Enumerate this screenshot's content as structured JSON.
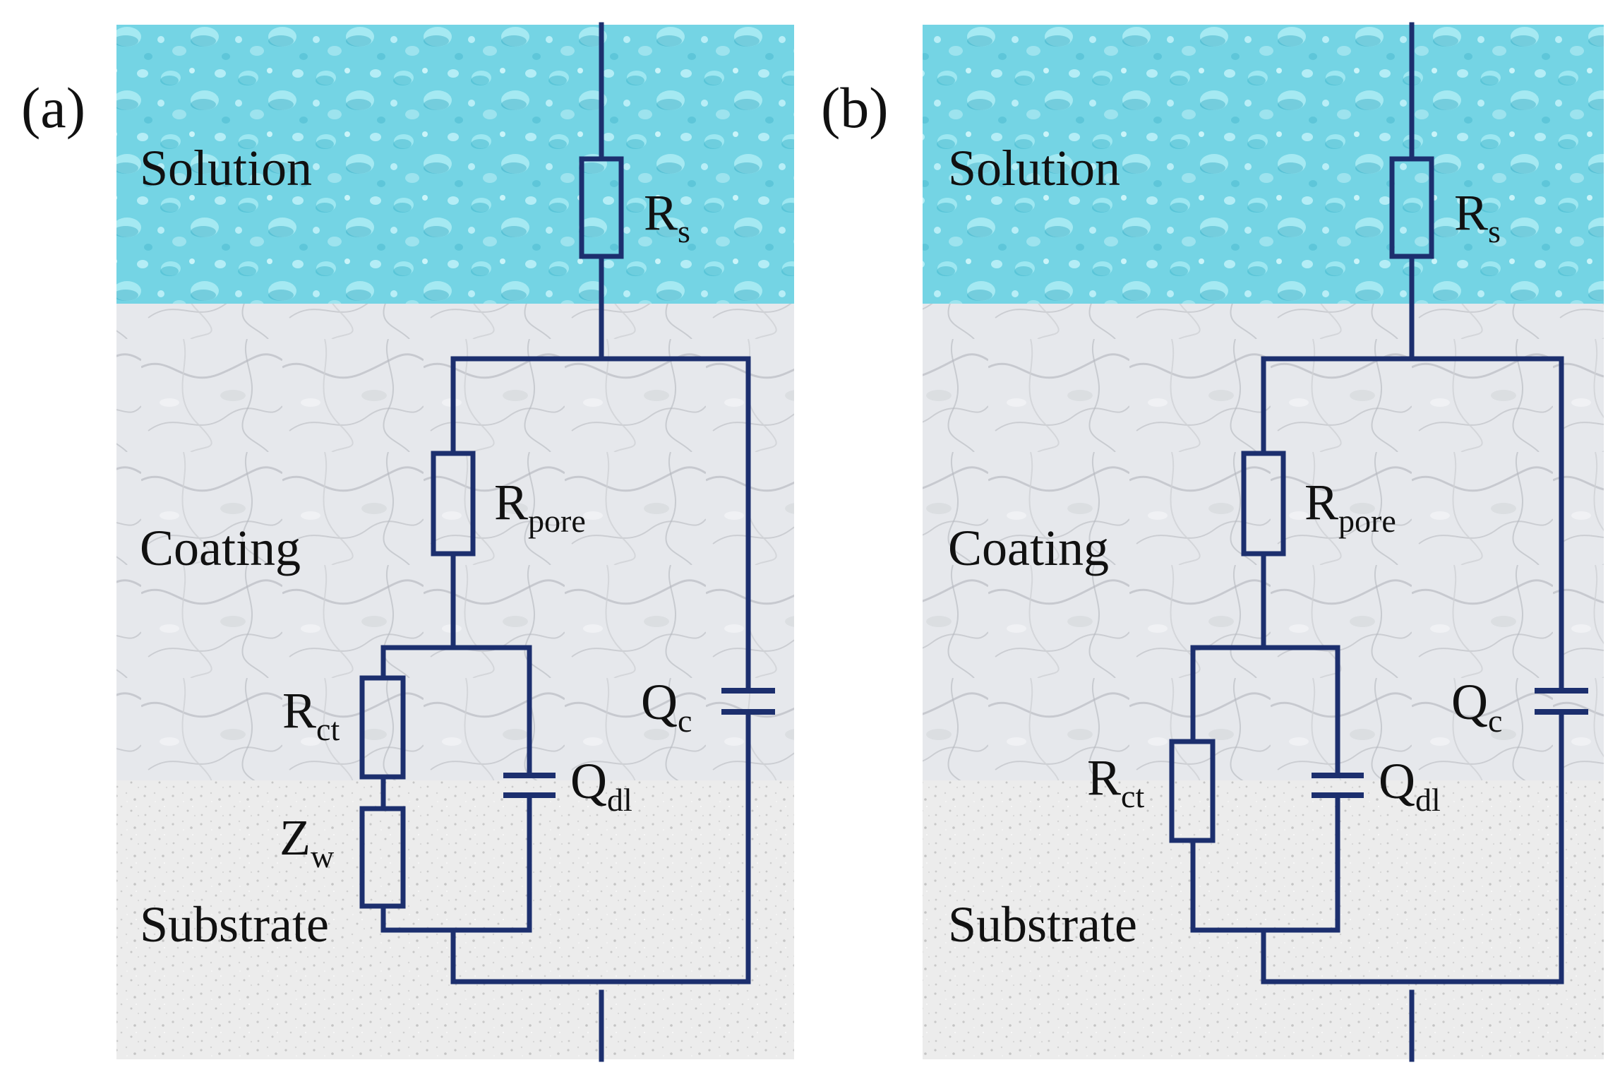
{
  "panels": [
    {
      "id": "a",
      "label": "(a)",
      "layers": {
        "solution": "Solution",
        "coating": "Coating",
        "substrate": "Substrate"
      },
      "components": {
        "rs": {
          "main": "R",
          "sub": "s"
        },
        "rpore": {
          "main": "R",
          "sub": "pore"
        },
        "rct": {
          "main": "R",
          "sub": "ct"
        },
        "zw": {
          "main": "Z",
          "sub": "w"
        },
        "qdl": {
          "main": "Q",
          "sub": "dl"
        },
        "qc": {
          "main": "Q",
          "sub": "c"
        }
      }
    },
    {
      "id": "b",
      "label": "(b)",
      "layers": {
        "solution": "Solution",
        "coating": "Coating",
        "substrate": "Substrate"
      },
      "components": {
        "rs": {
          "main": "R",
          "sub": "s"
        },
        "rpore": {
          "main": "R",
          "sub": "pore"
        },
        "rct": {
          "main": "R",
          "sub": "ct"
        },
        "qdl": {
          "main": "Q",
          "sub": "dl"
        },
        "qc": {
          "main": "Q",
          "sub": "c"
        }
      }
    }
  ],
  "colors": {
    "solution": "#6fd3e3",
    "coating": "#e4e7eb",
    "substrate": "#ebebeb",
    "circuit": "#1c2f6e"
  }
}
